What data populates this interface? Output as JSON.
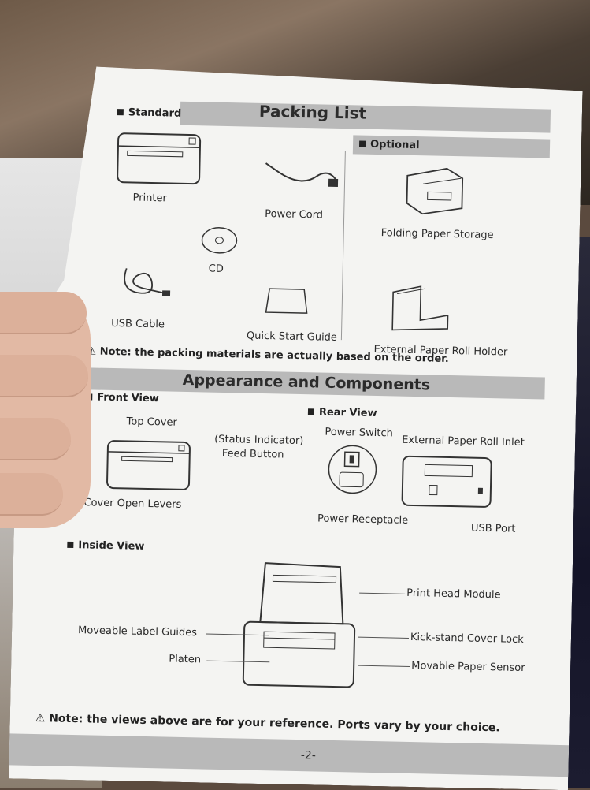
{
  "packing_list": {
    "title": "Packing List",
    "standard_label": "Standard",
    "optional_label": "Optional",
    "items": {
      "printer": "Printer",
      "power_cord": "Power Cord",
      "cd": "CD",
      "usb_cable": "USB Cable",
      "quick_start_guide": "Quick Start Guide",
      "folding_paper_storage": "Folding Paper Storage",
      "external_paper_roll_holder": "External Paper Roll Holder"
    },
    "note": "Note: the packing materials are actually based on the order."
  },
  "appearance": {
    "title": "Appearance and Components",
    "front_view": {
      "label": "Front View",
      "top_cover": "Top Cover",
      "status_indicator": "(Status Indicator)",
      "feed_button": "Feed Button",
      "cover_open_levers": "Cover Open Levers"
    },
    "rear_view": {
      "label": "Rear View",
      "power_switch": "Power Switch",
      "external_paper_roll_inlet": "External Paper Roll Inlet",
      "power_receptacle": "Power Receptacle",
      "usb_port": "USB Port"
    },
    "inside_view": {
      "label": "Inside View",
      "print_head_module": "Print Head Module",
      "moveable_label_guides": "Moveable Label Guides",
      "kick_stand_cover_lock": "Kick-stand Cover Lock",
      "platen": "Platen",
      "movable_paper_sensor": "Movable Paper Sensor"
    },
    "note": "Note: the views above are for your reference. Ports vary by your choice."
  },
  "footer": {
    "page_number": "-2-"
  },
  "icons": {
    "warning": "warning-triangle-icon"
  },
  "colors": {
    "band": "#b9b9b9",
    "paper": "#f4f4f2",
    "ink": "#2b2b2b"
  }
}
